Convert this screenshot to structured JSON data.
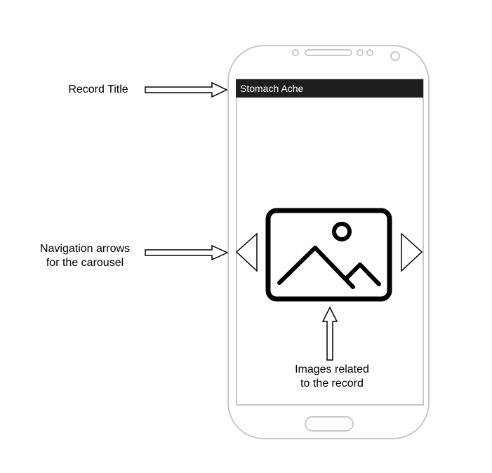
{
  "annotations": {
    "record_title": "Record Title",
    "navigation_line1": "Navigation arrows",
    "navigation_line2": "for the carousel",
    "images_line1": "Images related",
    "images_line2": "to the record"
  },
  "app": {
    "record_title": "Stomach Ache"
  },
  "icons": {
    "image_placeholder": "image-icon",
    "prev": "triangle-left-icon",
    "next": "triangle-right-icon"
  },
  "colors": {
    "phone_outline": "#c8c8c8",
    "title_bar_bg": "#1e1e1e",
    "title_bar_text": "#ffffff",
    "ink": "#000000"
  }
}
